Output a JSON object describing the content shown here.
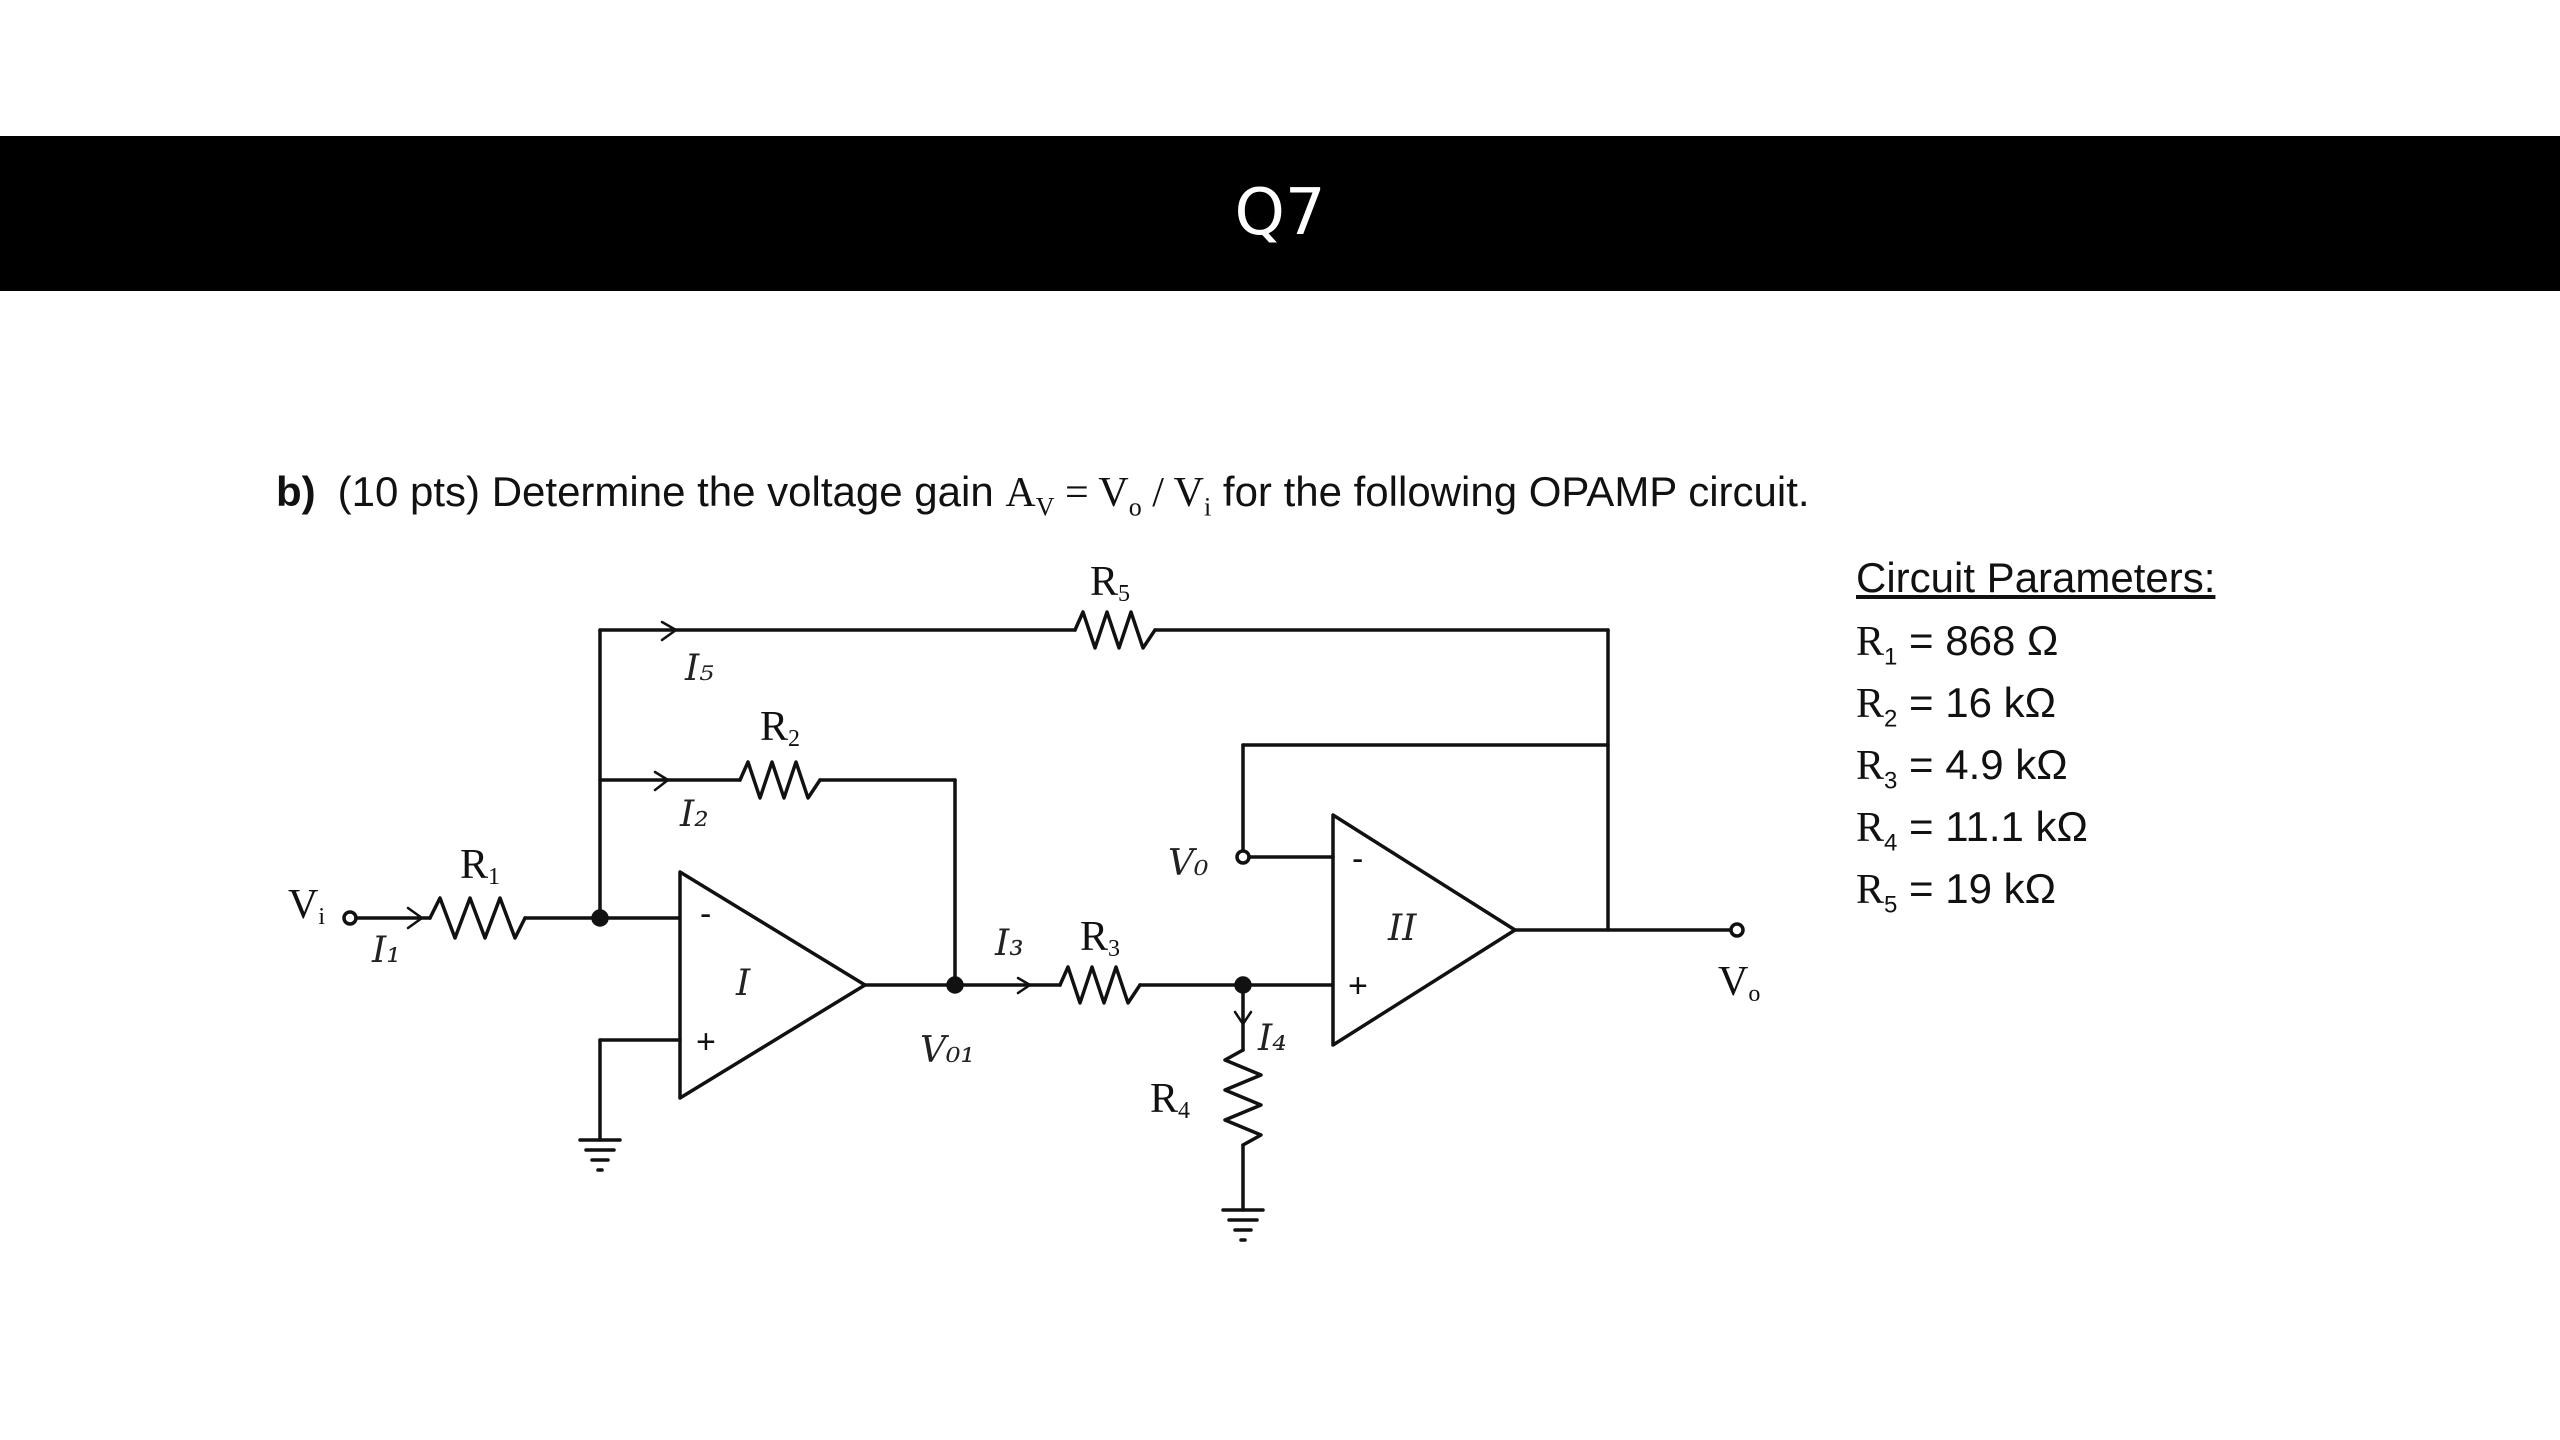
{
  "header": {
    "title": "Q7",
    "bg_color": "#000000",
    "text_color": "#ffffff"
  },
  "question": {
    "label": "b)",
    "text_pre": "(10 pts) Determine the voltage gain ",
    "formula": "A",
    "formula_sub": "V",
    "formula_rest": " = V",
    "formula_sub2": "o",
    "formula_div": " / V",
    "formula_sub3": "i",
    "text_post": "  for the following OPAMP circuit."
  },
  "diagram": {
    "labels": {
      "vi": "V",
      "vi_sub": "i",
      "vo": "V",
      "vo_sub": "o",
      "r1": "R",
      "r1_sub": "1",
      "r2": "R",
      "r2_sub": "2",
      "r3": "R",
      "r3_sub": "3",
      "r4": "R",
      "r4_sub": "4",
      "r5": "R",
      "r5_sub": "5",
      "i1": "I₁",
      "i2": "I₂",
      "i3": "I₃",
      "i4": "I₄",
      "i5": "I₅",
      "vo1": "V₀₁",
      "vo_hand": "V₀",
      "opamp1": "I",
      "opamp2": "II",
      "minus": "-",
      "plus": "+"
    }
  },
  "parameters": {
    "title": "Circuit Parameters:",
    "items": [
      {
        "sym": "R",
        "sub": "1",
        "value": " = 868 Ω"
      },
      {
        "sym": "R",
        "sub": "2",
        "value": " = 16 kΩ"
      },
      {
        "sym": "R",
        "sub": "3",
        "value": " = 4.9 kΩ"
      },
      {
        "sym": "R",
        "sub": "4",
        "value": " = 11.1 kΩ"
      },
      {
        "sym": "R",
        "sub": "5",
        "value": " = 19 kΩ"
      }
    ]
  }
}
